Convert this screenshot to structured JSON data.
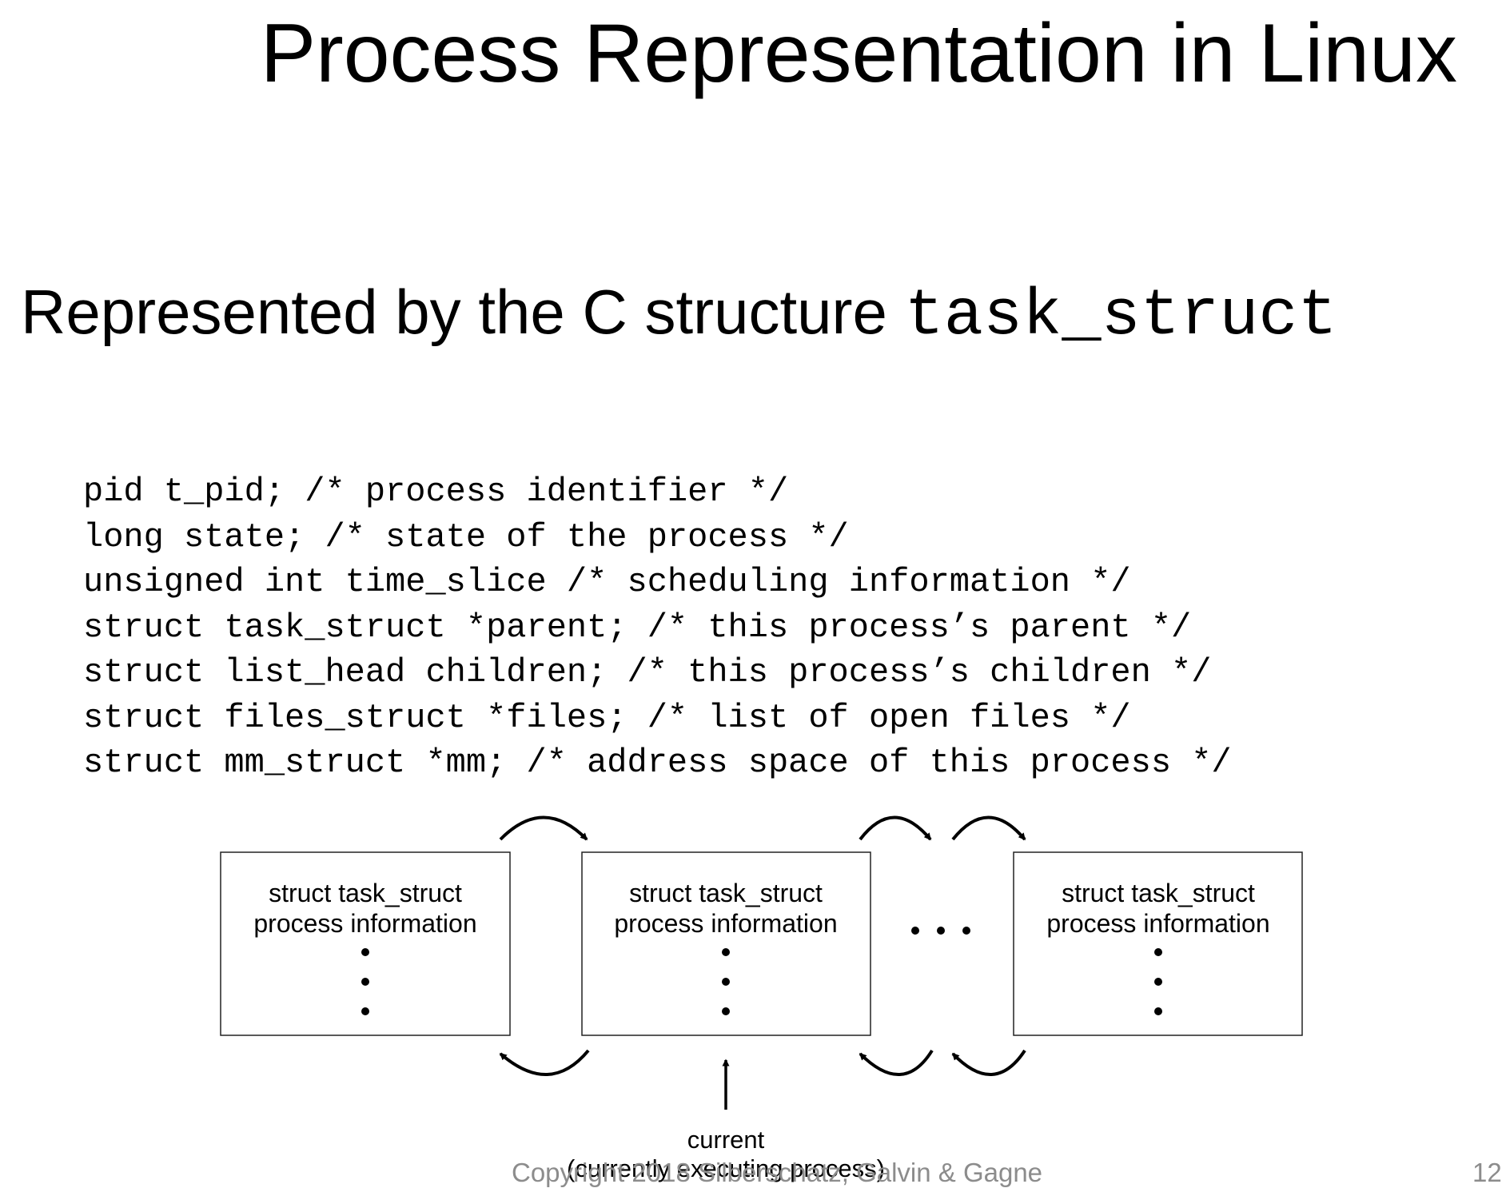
{
  "slide": {
    "title": "Process Representation in Linux",
    "bullet_text": "Represented by the C structure ",
    "bullet_code": "task_struct"
  },
  "code": {
    "lines": [
      "pid t_pid; /* process identifier */",
      "long state; /* state of the process */",
      "unsigned int time_slice /* scheduling information */",
      "struct task_struct *parent; /* this process’s parent */",
      "struct list_head children; /* this process’s children */",
      "struct files_struct *files; /* list of open files */",
      "struct mm_struct *mm; /* address space of this process */"
    ]
  },
  "diagram": {
    "nodes": [
      {
        "line1": "struct task_struct",
        "line2": "process information"
      },
      {
        "line1": "struct task_struct",
        "line2": "process information"
      },
      {
        "line1": "struct task_struct",
        "line2": "process information"
      }
    ],
    "current_label": "current",
    "current_sublabel": "(currently executing process)"
  },
  "footer": {
    "copyright": "Copyright 2018 Silberschatz, Galvin & Gagne",
    "page_number": "12"
  }
}
